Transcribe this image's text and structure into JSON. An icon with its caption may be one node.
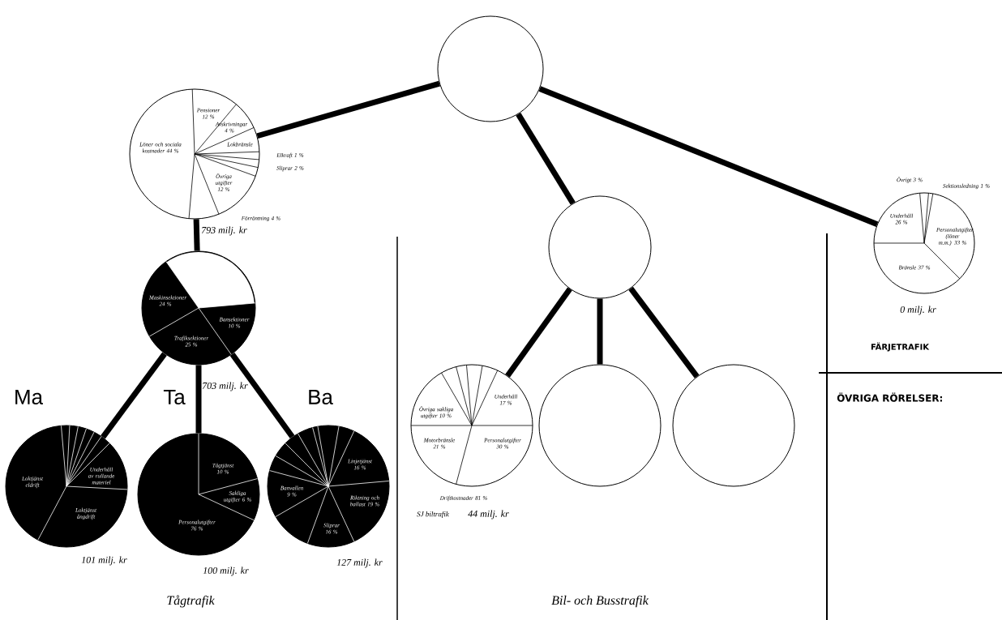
{
  "diagram": {
    "nodes": [
      {
        "text": [],
        "shape": "circle"
      },
      {
        "text": [
          "Löner och sociala kostnader 44 %",
          "Pensioner 12 %",
          "Avskrivningar 4 %",
          "Lokbränsle",
          "Övriga utgifter 12 %",
          "Elkraft 1 %",
          "Sliprar 2 %",
          "Förräntning 4 %"
        ],
        "beside": [
          "793 milj. kr"
        ]
      },
      {
        "text": [
          "Maskinsektioner 24 %",
          "Bansektioner 10 %",
          "Trafiksektioner 25 %"
        ],
        "beside": [
          "703 milj. kr"
        ]
      },
      {
        "text": [
          "Ma",
          "Loktjänst eldrift",
          "Underhåll av rullande materiel",
          "Loktjänst ångdrift"
        ],
        "beside": [
          "101 milj. kr"
        ]
      },
      {
        "text": [
          "Ta",
          "Tågtjänst 10 %",
          "Sakliga utgifter 6 %",
          "Personalutgifter 76 %"
        ],
        "beside": [
          "100 milj. kr"
        ]
      },
      {
        "text": [
          "Ba",
          "Linjetjänst 16 %",
          "Riktning och ballast 19 %",
          "Sliprar 16 %",
          "Banvallen 9 %"
        ],
        "beside": [
          "127 milj. kr"
        ]
      },
      {
        "text": [],
        "shape": "circle"
      },
      {
        "text": [
          "Övrigt 3 %",
          "Sektionsledning 1 %",
          "Underhåll 26 %",
          "Personalutgifter (löner m.m.) 33 %",
          "Bränsle 37 %"
        ],
        "beside": [
          "0 milj. kr"
        ]
      },
      {
        "text": [
          "Underhåll 17 %",
          "Övriga sakliga utgifter 10 %",
          "Motorbränsle 21 %",
          "Personalutgifter 30 %",
          "Driftkostnader 81 %"
        ],
        "beside": [
          "SJ biltrafik",
          "44 milj. kr"
        ]
      },
      {
        "text": [],
        "shape": "circle"
      },
      {
        "text": [],
        "shape": "circle"
      }
    ],
    "edges": [
      {
        "from": 0,
        "to": 1,
        "arrow": "none"
      },
      {
        "from": 0,
        "to": 6,
        "arrow": "none"
      },
      {
        "from": 0,
        "to": 7,
        "arrow": "none"
      },
      {
        "from": 1,
        "to": 2,
        "arrow": "none"
      },
      {
        "from": 2,
        "to": 3,
        "arrow": "none"
      },
      {
        "from": 2,
        "to": 4,
        "arrow": "none"
      },
      {
        "from": 2,
        "to": 5,
        "arrow": "none"
      },
      {
        "from": 6,
        "to": 8,
        "arrow": "none"
      },
      {
        "from": 6,
        "to": 9,
        "arrow": "none"
      },
      {
        "from": 6,
        "to": 10,
        "arrow": "none"
      }
    ],
    "labels": [
      "Tågtrafik",
      "Bil- och Busstrafik",
      "FÄRJETRAFIK",
      "ÖVRIGA RÖRELSER:"
    ]
  }
}
